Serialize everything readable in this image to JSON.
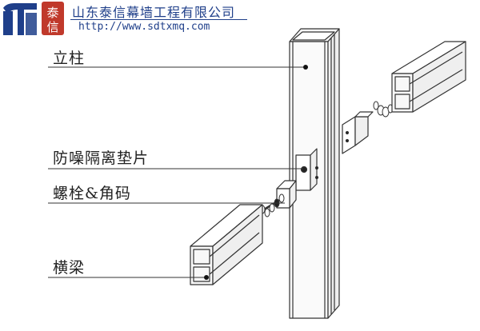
{
  "header": {
    "logo_icon": "company-t-logo-icon",
    "seal_text": "泰信",
    "company_name": "山东泰信幕墙工程有限公司",
    "website": "http://www.sdtxmq.com"
  },
  "labels": {
    "column": "立柱",
    "gasket": "防噪隔离垫片",
    "bolt": "螺栓&角码",
    "beam": "横梁"
  },
  "colors": {
    "brand_blue": "#1f3f8a",
    "seal_red": "#c0392b",
    "line": "#333333"
  }
}
